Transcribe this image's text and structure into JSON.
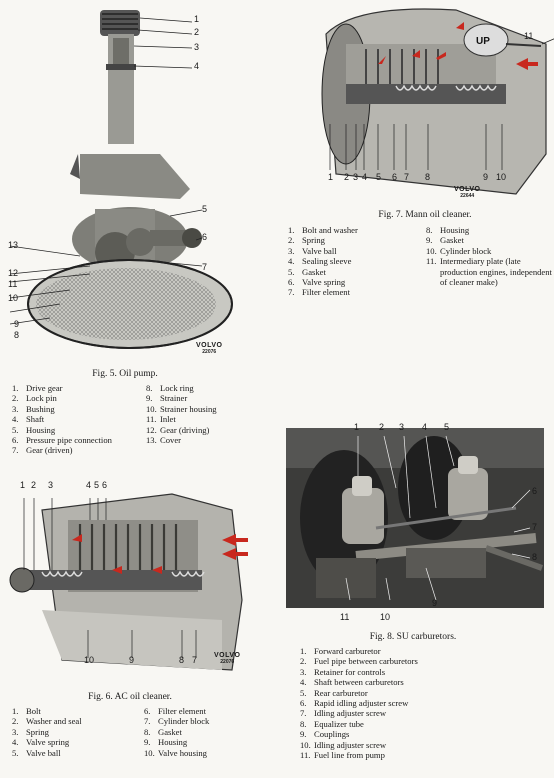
{
  "fig5": {
    "callouts": [
      "1",
      "2",
      "3",
      "4",
      "5",
      "6",
      "7",
      "8",
      "9",
      "10",
      "11",
      "12",
      "13"
    ],
    "logo": {
      "brand": "VOLVO",
      "code": "22076"
    },
    "caption": "Fig. 5. Oil pump.",
    "items": [
      {
        "n": "1.",
        "t": "Drive gear"
      },
      {
        "n": "2.",
        "t": "Lock pin"
      },
      {
        "n": "3.",
        "t": "Bushing"
      },
      {
        "n": "4.",
        "t": "Shaft"
      },
      {
        "n": "5.",
        "t": "Housing"
      },
      {
        "n": "6.",
        "t": "Pressure pipe connection"
      },
      {
        "n": "7.",
        "t": "Gear (driven)"
      },
      {
        "n": "8.",
        "t": "Lock ring"
      },
      {
        "n": "9.",
        "t": "Strainer"
      },
      {
        "n": "10.",
        "t": "Strainer housing"
      },
      {
        "n": "11.",
        "t": "Inlet"
      },
      {
        "n": "12.",
        "t": "Gear (driving)"
      },
      {
        "n": "13.",
        "t": "Cover"
      }
    ]
  },
  "fig6": {
    "callouts": [
      "1",
      "2",
      "3",
      "4",
      "5",
      "6",
      "7",
      "8",
      "9",
      "10"
    ],
    "logo": {
      "brand": "VOLVO",
      "code": "22076"
    },
    "caption": "Fig. 6. AC oil cleaner.",
    "items": [
      {
        "n": "1.",
        "t": "Bolt"
      },
      {
        "n": "2.",
        "t": "Washer and seal"
      },
      {
        "n": "3.",
        "t": "Spring"
      },
      {
        "n": "4.",
        "t": "Valve spring"
      },
      {
        "n": "5.",
        "t": "Valve ball"
      },
      {
        "n": "6.",
        "t": "Filter element"
      },
      {
        "n": "7.",
        "t": "Cylinder block"
      },
      {
        "n": "8.",
        "t": "Gasket"
      },
      {
        "n": "9.",
        "t": "Housing"
      },
      {
        "n": "10.",
        "t": "Valve housing"
      }
    ]
  },
  "fig7": {
    "callouts": [
      "1",
      "2",
      "3",
      "4",
      "5",
      "6",
      "7",
      "8",
      "9",
      "10",
      "11"
    ],
    "up_label": "UP",
    "logo": {
      "brand": "VOLVO",
      "code": "22644"
    },
    "caption": "Fig. 7. Mann oil cleaner.",
    "items": [
      {
        "n": "1.",
        "t": "Bolt and washer"
      },
      {
        "n": "2.",
        "t": "Spring"
      },
      {
        "n": "3.",
        "t": "Valve ball"
      },
      {
        "n": "4.",
        "t": "Sealing sleeve"
      },
      {
        "n": "5.",
        "t": "Gasket"
      },
      {
        "n": "6.",
        "t": "Valve spring"
      },
      {
        "n": "7.",
        "t": "Filter element"
      },
      {
        "n": "8.",
        "t": "Housing"
      },
      {
        "n": "9.",
        "t": "Gasket"
      },
      {
        "n": "10.",
        "t": "Cylinder block"
      },
      {
        "n": "11.",
        "t": "Intermediary plate (late production engines, independent of cleaner make)"
      }
    ]
  },
  "fig8": {
    "callouts": [
      "1",
      "2",
      "3",
      "4",
      "5",
      "6",
      "7",
      "8",
      "9",
      "10",
      "11"
    ],
    "caption": "Fig. 8. SU carburetors.",
    "items": [
      {
        "n": "1.",
        "t": "Forward carburetor"
      },
      {
        "n": "2.",
        "t": "Fuel pipe between carburetors"
      },
      {
        "n": "3.",
        "t": "Retainer for controls"
      },
      {
        "n": "4.",
        "t": "Shaft between carburetors"
      },
      {
        "n": "5.",
        "t": "Rear carburetor"
      },
      {
        "n": "6.",
        "t": "Rapid idling adjuster screw"
      },
      {
        "n": "7.",
        "t": "Idling adjuster screw"
      },
      {
        "n": "8.",
        "t": "Equalizer tube"
      },
      {
        "n": "9.",
        "t": "Couplings"
      },
      {
        "n": "10.",
        "t": "Idling adjuster screw"
      },
      {
        "n": "11.",
        "t": "Fuel line from pump"
      }
    ]
  }
}
